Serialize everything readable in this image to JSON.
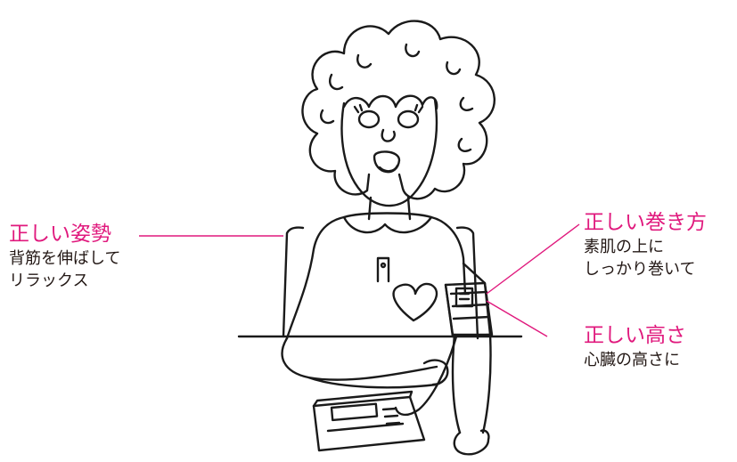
{
  "labels": {
    "posture": {
      "title": "正しい姿勢",
      "lines": [
        "背筋を伸ばして",
        "リラックス"
      ]
    },
    "wrap": {
      "title": "正しい巻き方",
      "lines": [
        "素肌の上に",
        "しっかり巻いて"
      ]
    },
    "height": {
      "title": "正しい高さ",
      "lines": [
        "心臓の高さに"
      ]
    }
  },
  "colors": {
    "accent": "#e0197d",
    "text": "#231815",
    "ink": "#1a1a1a"
  },
  "icons": {
    "figure": "woman-measuring-blood-pressure-illustration"
  }
}
